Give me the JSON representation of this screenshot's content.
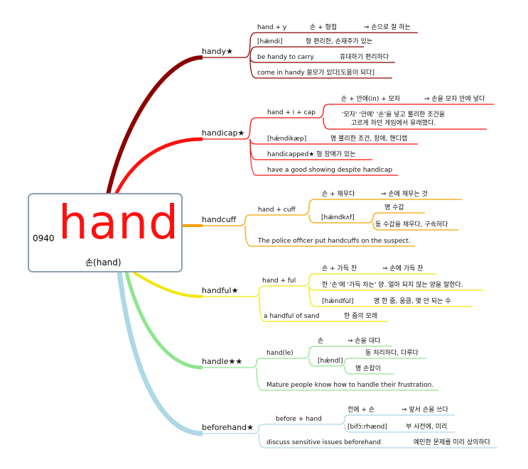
{
  "center": {
    "word": "hand",
    "number": "0940",
    "meaning": "손(hand)"
  },
  "colors": {
    "handy": "#8b0000",
    "handicap": "#ff1010",
    "handcuff": "#f5a300",
    "handful": "#f2e600",
    "handle": "#8ee68e",
    "beforehand": "#add8e6"
  },
  "branches": {
    "handy": {
      "label": "handy★",
      "items": [
        "hand + y",
        "손 + 형접",
        "⇒ 손으로 잘 하는",
        "[hǽndi]",
        "형 편리한, 손재주가 있는",
        "be handy to carry",
        "휴대하기 편리하다",
        "come in handy 쓸모가 있다[도움이 되다]"
      ]
    },
    "handicap": {
      "label": "handicap★",
      "items": [
        "hand + i + cap",
        "손 + 안에(in) + 모자",
        "⇒ 손을 모자 안에 넣다",
        "'모자' '안에' '손'을 넣고 불리한 조건을",
        "고르게 하던 게임에서 유래했다.",
        "[hǽndikæp]",
        "명 불리한 조건, 장애, 핸디캡",
        "handicapped★ 형 장애가 있는",
        "have a good showing despite handicap"
      ]
    },
    "handcuff": {
      "label": "handcuff",
      "items": [
        "hand + cuff",
        "손 + 채우다",
        "⇒ 손에 채우는 것",
        "[hǽndkʌf]",
        "명 수갑",
        "동 수갑을 채우다, 구속하다",
        "The police officer put handcuffs on the suspect."
      ]
    },
    "handful": {
      "label": "handful★",
      "items": [
        "hand + ful",
        "손 + 가득 찬",
        "⇒ 손에 가득 찬",
        "한 '손'에 '가득 차는' 양. 얼마 되지 않는 양을 말한다.",
        "[hǽndfùl]",
        "명 한 줌, 움큼, 몇 안 되는 수",
        "a handful of sand",
        "한 줌의 모래"
      ]
    },
    "handle": {
      "label": "handle★★",
      "items": [
        "hand(le)",
        "손",
        "⇒ 손을 대다",
        "[hǽndl]",
        "동 처리하다, 다루다",
        "명 손잡이",
        "Mature people know how to handle their frustration."
      ]
    },
    "beforehand": {
      "label": "beforehand★",
      "items": [
        "before + hand",
        "전에 + 손",
        "⇒ 앞서 손을 쓰다",
        "[bifɔ́:rhænd]",
        "부 사전에, 미리",
        "discuss sensitive issues beforehand",
        "예민한 문제를 미리 상의하다"
      ]
    }
  }
}
